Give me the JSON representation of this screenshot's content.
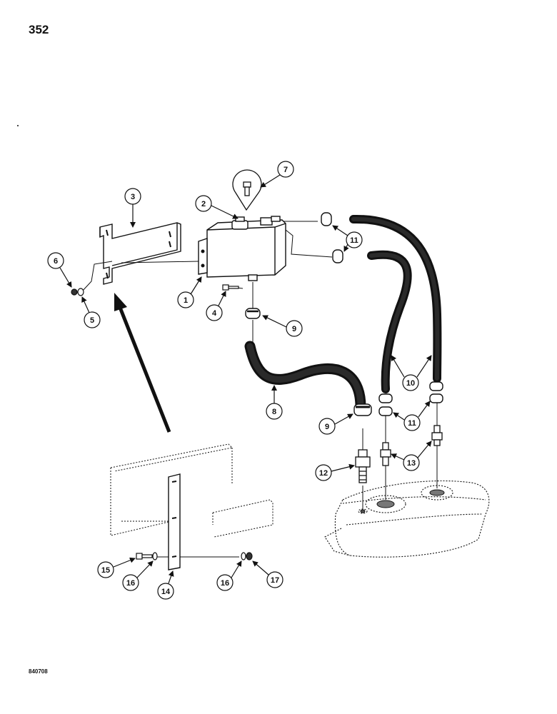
{
  "page": {
    "number": "352",
    "drawing_code": "840708"
  },
  "callouts": [
    "1",
    "2",
    "3",
    "4",
    "5",
    "6",
    "7",
    "8",
    "9",
    "9",
    "10",
    "11",
    "11",
    "12",
    "13",
    "14",
    "15",
    "16",
    "16",
    "17"
  ]
}
